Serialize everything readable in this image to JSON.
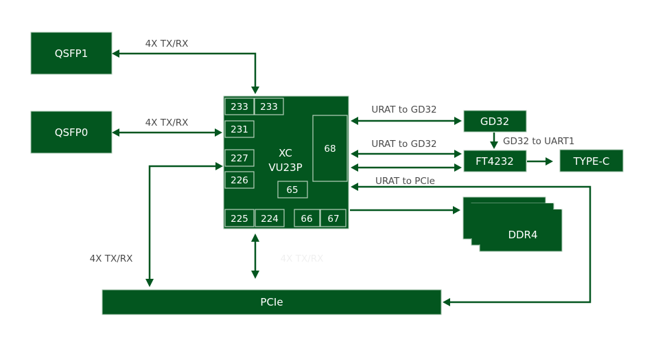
{
  "blocks": {
    "qsfp1": "QSFP1",
    "qsfp0": "QSFP0",
    "fpga_line1": "XC",
    "fpga_line2": "VU23P",
    "gd32": "GD32",
    "ft4232": "FT4232",
    "typec": "TYPE-C",
    "ddr4": "DDR4",
    "pcie": "PCIe"
  },
  "banks": {
    "b233a": "233",
    "b233b": "233",
    "b231": "231",
    "b227": "227",
    "b226": "226",
    "b225": "225",
    "b224": "224",
    "b65": "65",
    "b66": "66",
    "b67": "67",
    "b68": "68"
  },
  "labels": {
    "qsfp1_link": "4X TX/RX",
    "qsfp0_link": "4X TX/RX",
    "pcie_left_link": "4X TX/RX",
    "pcie_center_link": "4X TX/RX",
    "uart_gd32_1": "URAT to GD32",
    "uart_gd32_2": "URAT to GD32",
    "gd32_to_uart1": "GD32 to UART1",
    "uart_pcie": "URAT to PCle"
  },
  "colors": {
    "block_fill": "#03561f",
    "block_text": "#ffffff",
    "label_text": "#4a4a4a"
  }
}
